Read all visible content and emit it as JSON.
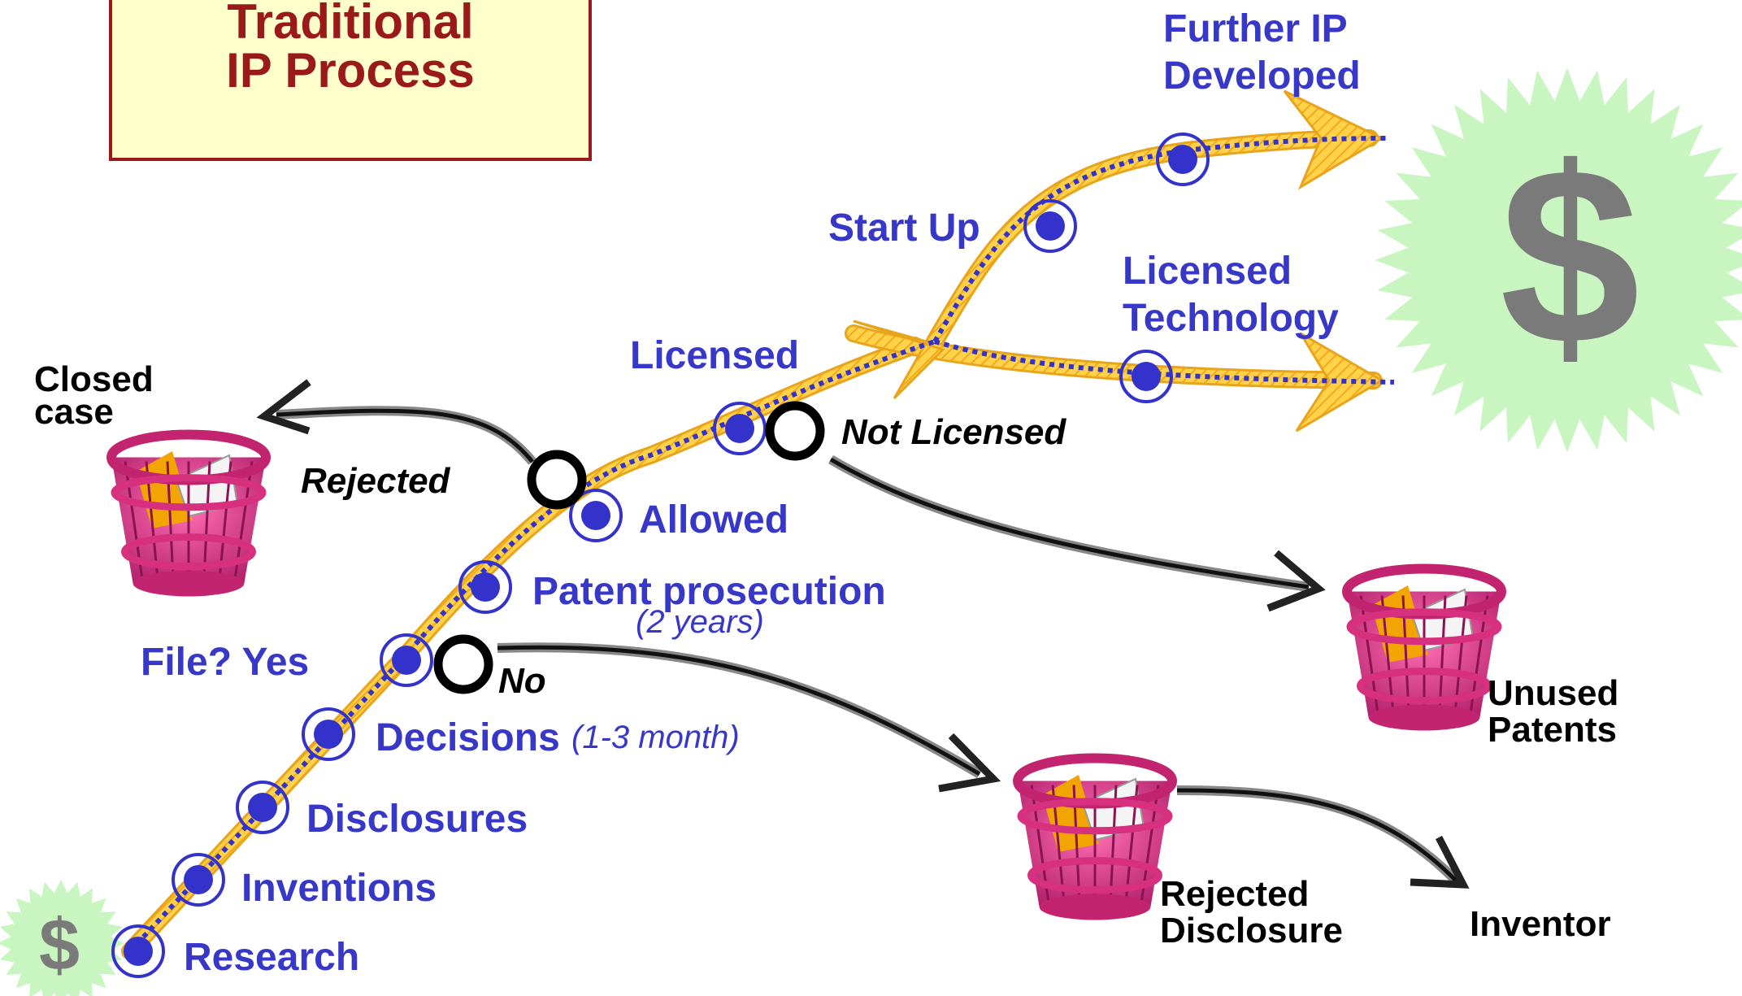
{
  "title": {
    "line1": "Traditional",
    "line2": "IP Process"
  },
  "main_path": [
    "Research",
    "Inventions",
    "Disclosures",
    "Decisions",
    "File? Yes",
    "Patent prosecution",
    "Allowed",
    "Licensed",
    "Start Up"
  ],
  "notes": {
    "decisions_time": "(1-3 month)",
    "prosecution_time": "(2 years)"
  },
  "branches": {
    "no": "No",
    "rejected": "Rejected",
    "not_licensed": "Not Licensed",
    "further_ip": [
      "Further IP",
      "Developed"
    ],
    "licensed_technology": [
      "Licensed",
      "Technology"
    ]
  },
  "outcomes": {
    "closed_case": [
      "Closed",
      "case"
    ],
    "rejected_disclosure": [
      "Rejected",
      "Disclosure"
    ],
    "inventor": "Inventor",
    "unused_patents": [
      "Unused",
      "Patents"
    ]
  },
  "symbols": {
    "dollar": "$"
  },
  "colors": {
    "path_gold": "#ffc72c",
    "node_blue": "#3333cc",
    "title_red": "#9a1a1a",
    "title_bg": "#ffffcc",
    "burst_green": "#c8f5c0",
    "basket_pink": "#e23a8a"
  }
}
